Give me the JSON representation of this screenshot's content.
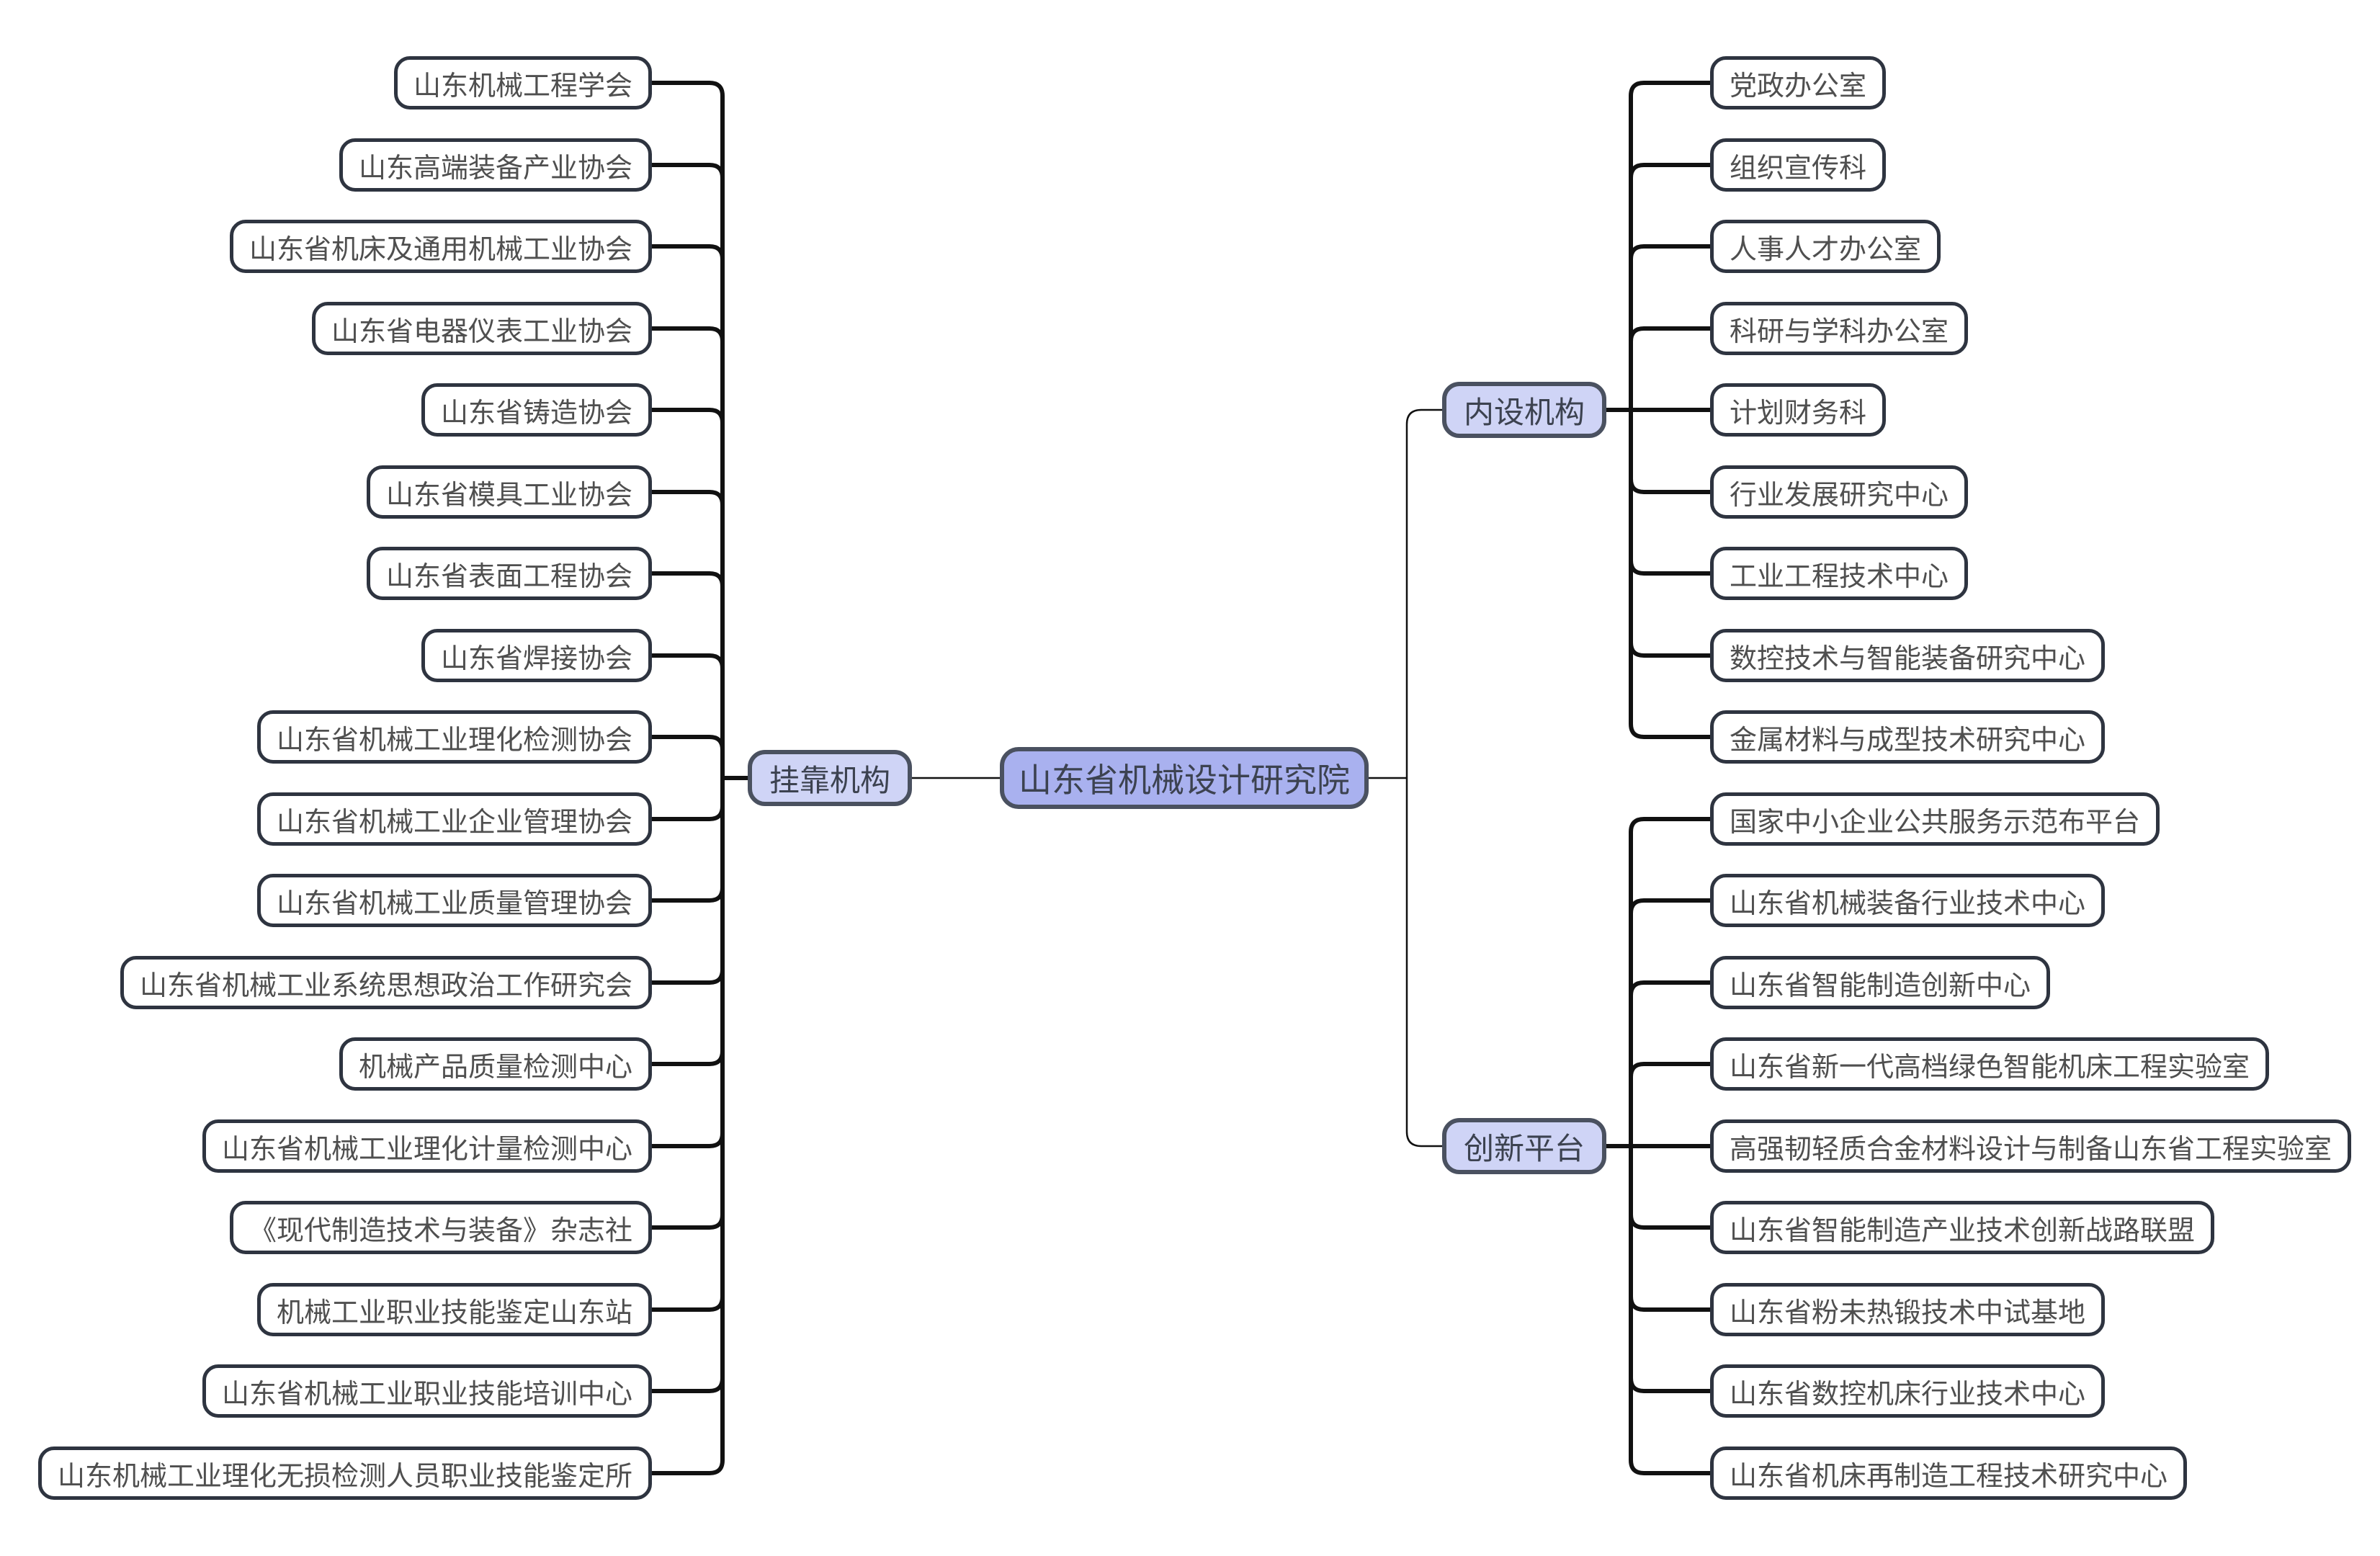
{
  "root": {
    "label": "山东省机械设计研究院"
  },
  "branches": {
    "left": {
      "label": "挂靠机构",
      "items": [
        "山东机械工程学会",
        "山东高端装备产业协会",
        "山东省机床及通用机械工业协会",
        "山东省电器仪表工业协会",
        "山东省铸造协会",
        "山东省模具工业协会",
        "山东省表面工程协会",
        "山东省焊接协会",
        "山东省机械工业理化检测协会",
        "山东省机械工业企业管理协会",
        "山东省机械工业质量管理协会",
        "山东省机械工业系统思想政治工作研究会",
        "机械产品质量检测中心",
        "山东省机械工业理化计量检测中心",
        "《现代制造技术与装备》杂志社",
        "机械工业职业技能鉴定山东站",
        "山东省机械工业职业技能培训中心",
        "山东机械工业理化无损检测人员职业技能鉴定所"
      ]
    },
    "right_top": {
      "label": "内设机构",
      "items": [
        "党政办公室",
        "组织宣传科",
        "人事人才办公室",
        "科研与学科办公室",
        "计划财务科",
        "行业发展研究中心",
        "工业工程技术中心",
        "数控技术与智能装备研究中心",
        "金属材料与成型技术研究中心"
      ]
    },
    "right_bottom": {
      "label": "创新平台",
      "items": [
        "国家中小企业公共服务示范布平台",
        "山东省机械装备行业技术中心",
        "山东省智能制造创新中心",
        "山东省新一代高档绿色智能机床工程实验室",
        "高强韧轻质合金材料设计与制备山东省工程实验室",
        "山东省智能制造产业技术创新战路联盟",
        "山东省粉未热锻技术中试基地",
        "山东省数控机床行业技术中心",
        "山东省机床再制造工程技术研究中心"
      ]
    }
  },
  "colors": {
    "background": "#ffffff",
    "root_fill": "#a9b1ef",
    "branch_fill": "#cfd4f6",
    "node_border": "#4a5160",
    "child_border": "#2e3440",
    "child_fill": "#ffffff",
    "line": "#111111",
    "label_text": "#3c4250",
    "child_text": "#4f4f4f"
  }
}
